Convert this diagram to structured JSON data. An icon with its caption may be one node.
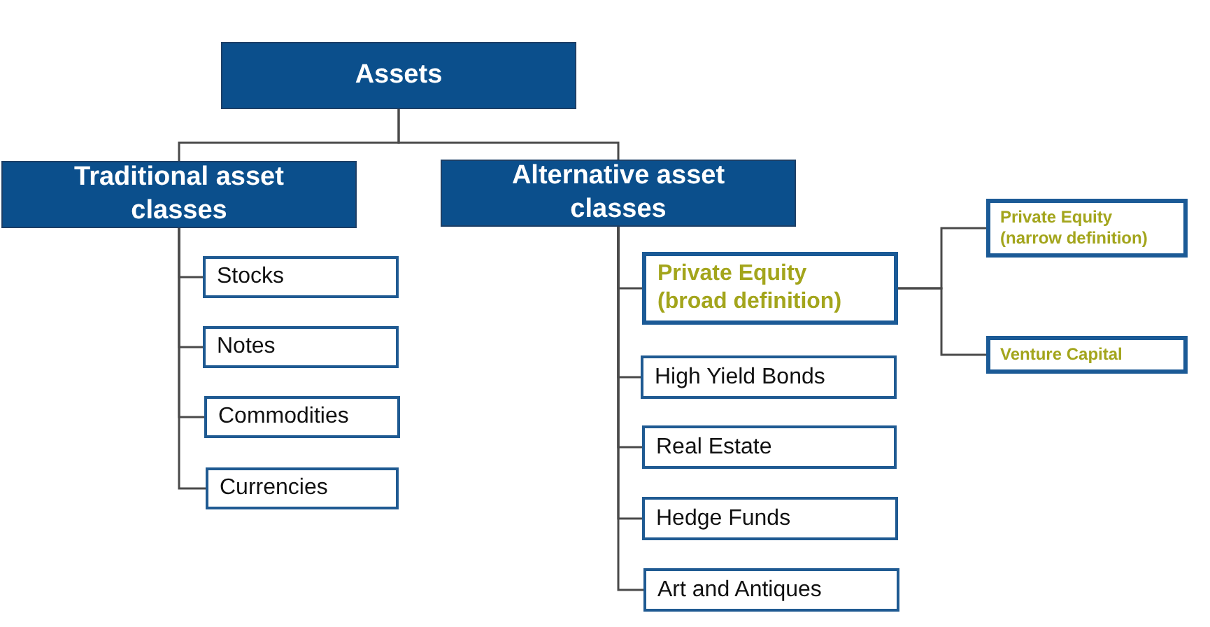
{
  "diagram": {
    "nodes": [
      {
        "text": [
          "Assets"
        ]
      },
      {
        "text": [
          "Traditional asset classes"
        ]
      },
      {
        "text": [
          "Alternative asset classes"
        ]
      },
      {
        "text": [
          "Stocks"
        ]
      },
      {
        "text": [
          "Notes"
        ]
      },
      {
        "text": [
          "Commodities"
        ]
      },
      {
        "text": [
          "Currencies"
        ]
      },
      {
        "text": [
          "Private Equity (broad definition)"
        ]
      },
      {
        "text": [
          "Private Equity (narrow definition)"
        ]
      },
      {
        "text": [
          "Venture Capital"
        ]
      },
      {
        "text": [
          "High Yield Bonds"
        ]
      },
      {
        "text": [
          "Real Estate"
        ]
      },
      {
        "text": [
          "Hedge Funds"
        ]
      },
      {
        "text": [
          "Art and Antiques"
        ]
      }
    ],
    "edges": [
      {
        "from": 0,
        "to": 1,
        "arrow": "none"
      },
      {
        "from": 0,
        "to": 2,
        "arrow": "none"
      },
      {
        "from": 1,
        "to": 3,
        "arrow": "none"
      },
      {
        "from": 1,
        "to": 4,
        "arrow": "none"
      },
      {
        "from": 1,
        "to": 5,
        "arrow": "none"
      },
      {
        "from": 1,
        "to": 6,
        "arrow": "none"
      },
      {
        "from": 2,
        "to": 7,
        "arrow": "none"
      },
      {
        "from": 7,
        "to": 8,
        "arrow": "none"
      },
      {
        "from": 7,
        "to": 9,
        "arrow": "none"
      },
      {
        "from": 2,
        "to": 10,
        "arrow": "none"
      },
      {
        "from": 2,
        "to": 11,
        "arrow": "none"
      },
      {
        "from": 2,
        "to": 12,
        "arrow": "none"
      },
      {
        "from": 2,
        "to": 13,
        "arrow": "none"
      }
    ]
  }
}
